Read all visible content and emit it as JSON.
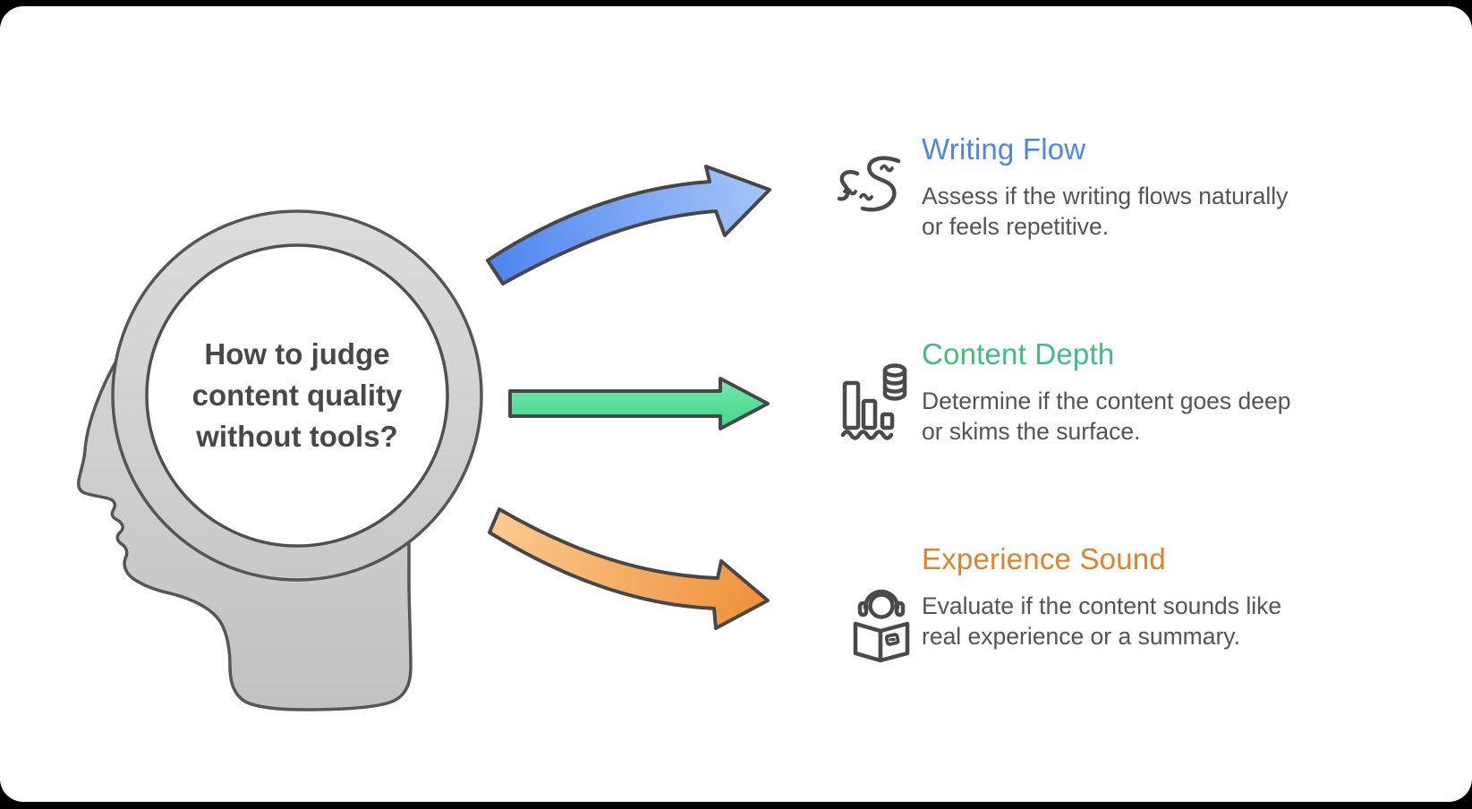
{
  "meta": {
    "type": "infographic-diagram"
  },
  "question": {
    "lines": [
      "How to judge",
      "content quality",
      "without tools?"
    ]
  },
  "items": [
    {
      "title": "Writing Flow",
      "title_color": "#4c85ec",
      "arrow_color": "#4d84ee",
      "icon": "winding-river-icon",
      "desc_lines": [
        "Assess if the writing flows naturally",
        "or feels repetitive."
      ]
    },
    {
      "title": "Content Depth",
      "title_color": "#3fbe7e",
      "arrow_color": "#55dc98",
      "icon": "depth-bars-database-icon",
      "desc_lines": [
        "Determine if the content goes deep",
        "or skims the surface."
      ]
    },
    {
      "title": "Experience Sound",
      "title_color": "#e0812c",
      "arrow_color": "#f5a353",
      "icon": "audiobook-listener-icon",
      "desc_lines": [
        "Evaluate if the content sounds like",
        "real experience or a summary."
      ]
    }
  ],
  "colors": {
    "background": "#ffffff",
    "frame": "#000000",
    "head_fill": "#cecece",
    "outline": "#4a4a4b",
    "question_text": "#47484b",
    "description_text": "#545454"
  }
}
